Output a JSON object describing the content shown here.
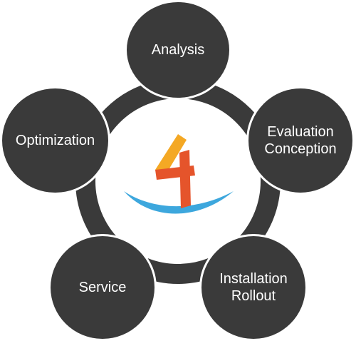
{
  "diagram": {
    "colors": {
      "ring": "#3a3a3a",
      "node": "#3a3a3a",
      "node_text": "#ffffff",
      "center": "#ffffff",
      "logo_orange": "#f4a824",
      "logo_red": "#e5542b",
      "logo_blue": "#3da7dd"
    },
    "center_logo": "number-4-logo",
    "nodes": [
      {
        "lines": [
          "Analysis"
        ]
      },
      {
        "lines": [
          "Evaluation",
          "Conception"
        ]
      },
      {
        "lines": [
          "Installation",
          "Rollout"
        ]
      },
      {
        "lines": [
          "Service"
        ]
      },
      {
        "lines": [
          "Optimization"
        ]
      }
    ]
  }
}
